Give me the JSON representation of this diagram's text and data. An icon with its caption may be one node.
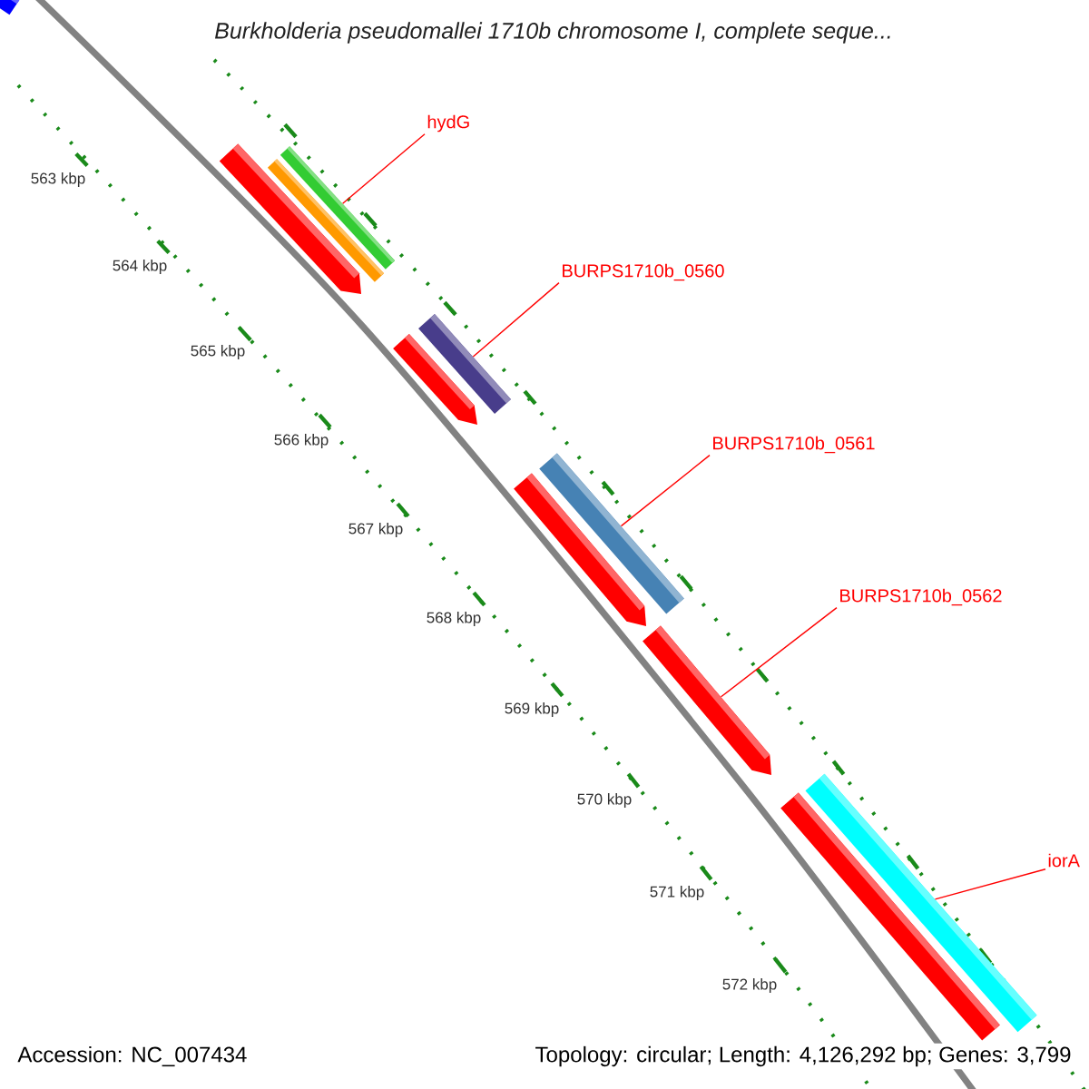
{
  "diagram": {
    "title": "Burkholderia pseudomallei 1710b chromosome I, complete seque...",
    "nodes": [
      {
        "text": [],
        "shape": "bar"
      },
      {
        "text": [
          "hydG"
        ]
      },
      {
        "text": [],
        "shape": "arrow"
      },
      {
        "text": [],
        "shape": "bar"
      },
      {
        "text": [],
        "shape": "bar"
      },
      {
        "text": [
          "BURPS1710b_0560"
        ]
      },
      {
        "text": [],
        "shape": "arrow"
      },
      {
        "text": [],
        "shape": "bar"
      },
      {
        "text": [
          "BURPS1710b_0561"
        ]
      },
      {
        "text": [],
        "shape": "arrow"
      },
      {
        "text": [],
        "shape": "bar"
      },
      {
        "text": [
          "BURPS1710b_0562"
        ]
      },
      {
        "text": [],
        "shape": "arrow"
      },
      {
        "text": [],
        "shape": "bar"
      },
      {
        "text": [],
        "shape": "bar"
      },
      {
        "text": [
          "iorA"
        ]
      }
    ],
    "edges": [
      {
        "from": 1,
        "to": 4,
        "arrow": "none"
      },
      {
        "from": 5,
        "to": 7,
        "arrow": "none"
      },
      {
        "from": 8,
        "to": 10,
        "arrow": "none"
      },
      {
        "from": 11,
        "to": 12,
        "arrow": "none"
      },
      {
        "from": 15,
        "to": 14,
        "arrow": "none"
      }
    ],
    "labels": [
      "563 kbp",
      "564 kbp",
      "565 kbp",
      "566 kbp",
      "567 kbp",
      "568 kbp",
      "569 kbp",
      "570 kbp",
      "571 kbp",
      "572 kbp",
      "Accession: NC_007434",
      "Topology: circular; Length: 4,126,292 bp; Genes: 3,799"
    ]
  }
}
